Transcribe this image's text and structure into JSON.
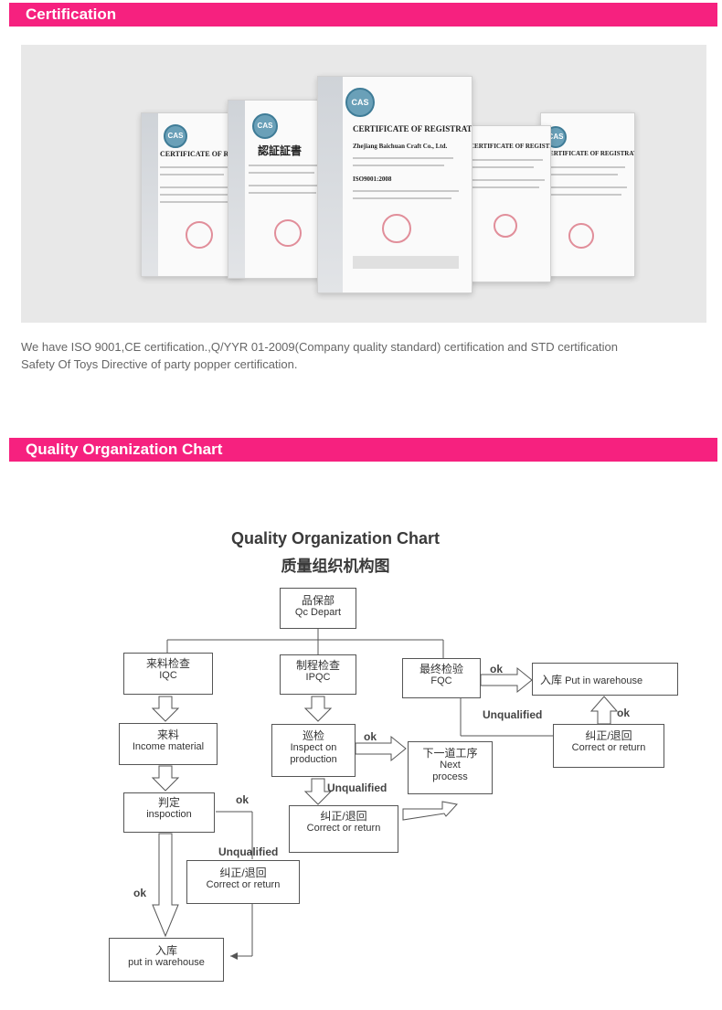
{
  "sections": {
    "certification_title": "Certification",
    "quality_title": "Quality Organization Chart"
  },
  "certificates": {
    "center_title": "CERTIFICATE OF REGISTRATION",
    "center_company": "Zhejiang Baichuan Craft Co., Ltd.",
    "center_standard": "ISO9001:2008",
    "left_title": "CERTIFICATE OF REGIST",
    "cn_title": "認証証書",
    "right_title": "CERTIFICATE OF REGISTRATION",
    "seal": "CAS"
  },
  "description": {
    "line1": "We have ISO 9001,CE certification.,Q/YYR 01-2009(Company quality standard) certification and STD certification",
    "line2": "Safety Of Toys Directive of party popper certification."
  },
  "org_chart": {
    "title_en": "Quality Organization Chart",
    "title_cn": "质量组织机构图",
    "qc_depart": {
      "cn": "品保部",
      "en": "Qc  Depart"
    },
    "iqc": {
      "cn": "来料检查",
      "en": "IQC"
    },
    "ipqc": {
      "cn": "制程检查",
      "en": "IPQC"
    },
    "fqc": {
      "cn": "最终检验",
      "en": "FQC"
    },
    "income": {
      "cn": "来料",
      "en": "Income  material"
    },
    "inspect": {
      "cn": "巡检",
      "en1": "Inspect  on",
      "en2": "production"
    },
    "judge": {
      "cn": "判定",
      "en": "inspoction"
    },
    "correct1": {
      "cn": "纠正/退回",
      "en": "Correct  or  return"
    },
    "correct2": {
      "cn": "纠正/退回",
      "en": "Correct  or  return"
    },
    "correct3": {
      "cn": "纠正/退回",
      "en": "Correct  or  return"
    },
    "next": {
      "cn": "下一道工序",
      "en1": "Next",
      "en2": "process"
    },
    "warehouse_top": {
      "cn": "入库",
      "en": "Put  in  warehouse"
    },
    "warehouse_bottom": {
      "cn": "入库",
      "en": "put  in  warehouse"
    },
    "labels": {
      "ok": "ok",
      "unqualified": "Unqualified"
    }
  },
  "colors": {
    "banner": "#f6217f",
    "cert_bg": "#e8e8e8"
  }
}
